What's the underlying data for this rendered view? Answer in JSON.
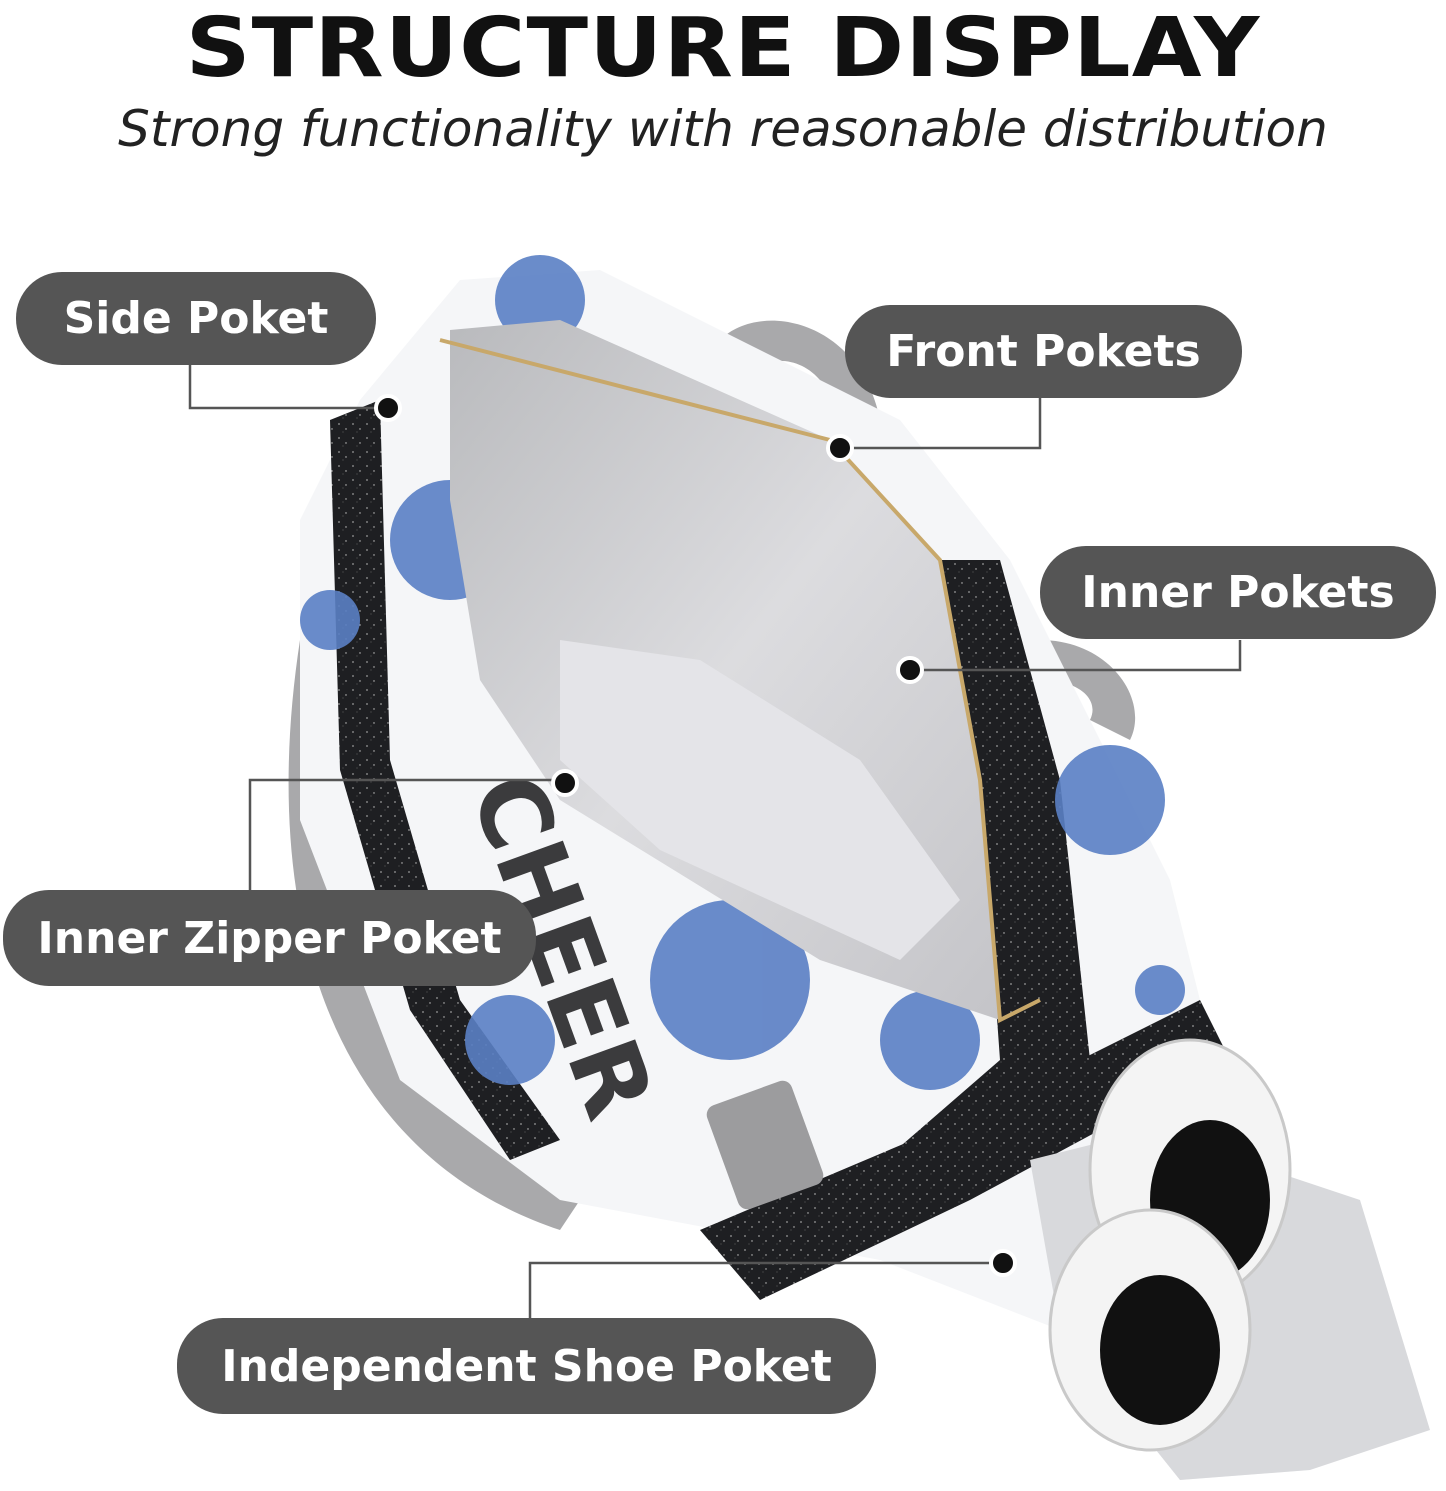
{
  "header": {
    "title": "STRUCTURE DISPLAY",
    "subtitle": "Strong functionality with reasonable distribution"
  },
  "bag": {
    "print_text": "CHEER"
  },
  "callouts": [
    {
      "label": "Side Poket"
    },
    {
      "label": "Front Pokets"
    },
    {
      "label": "Inner Pokets"
    },
    {
      "label": "Inner Zipper Poket"
    },
    {
      "label": "Independent Shoe Poket"
    }
  ],
  "colors": {
    "label_bg": "#555555",
    "label_text": "#ffffff",
    "leader_line": "#555555",
    "pom_blue": "#5a7fc4",
    "glitter_black": "#1e1f22",
    "lining_gray": "#c9c9cc",
    "strap_gray": "#a9a9ab"
  }
}
